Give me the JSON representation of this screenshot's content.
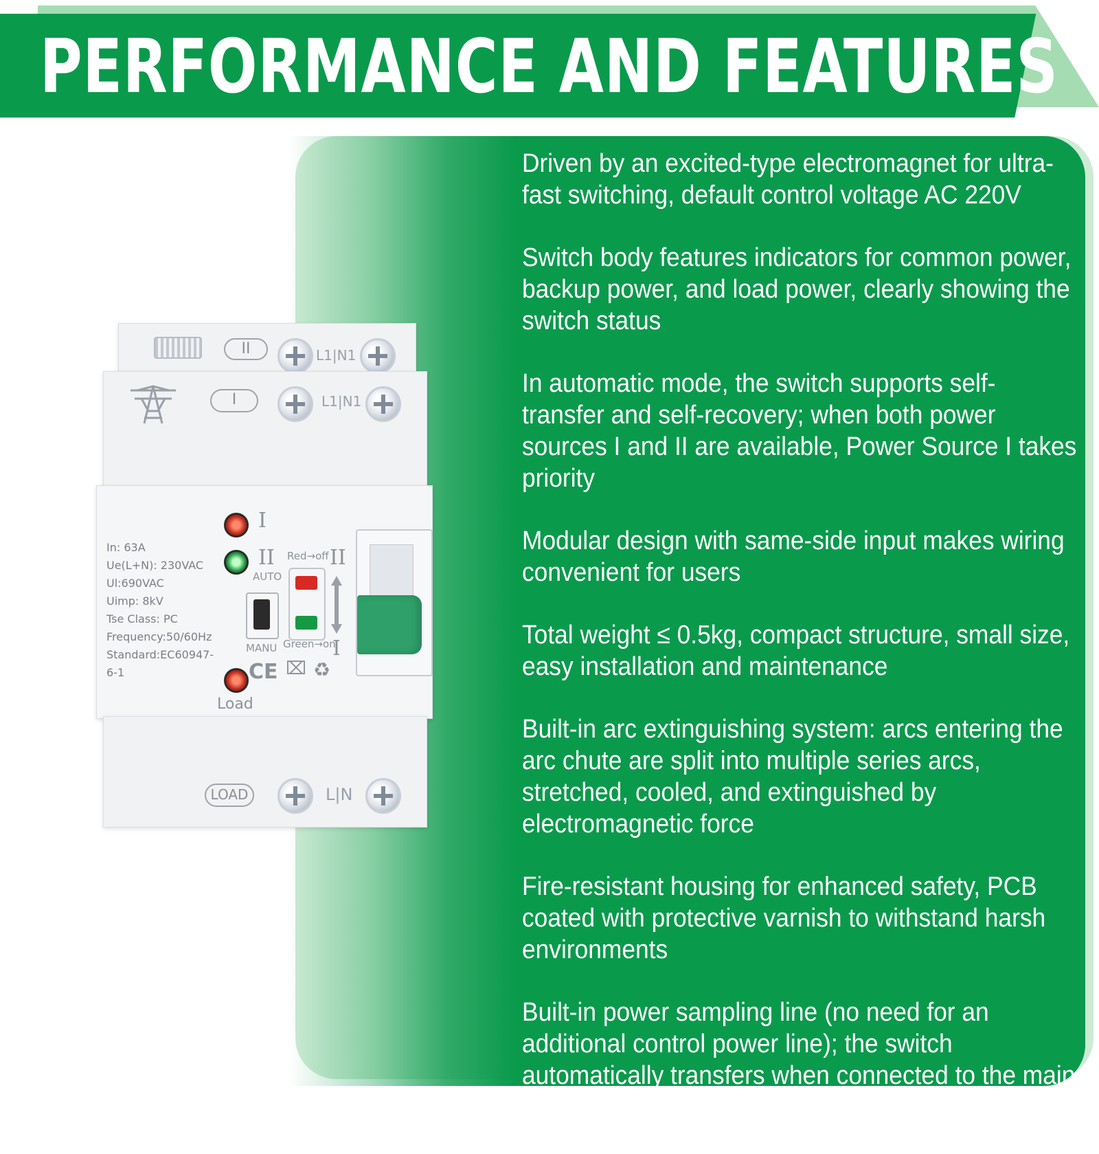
{
  "header": {
    "title": "PERFORMANCE AND FEATURES"
  },
  "features": [
    "Driven by an excited-type electromagnet for ultra-fast switching, default control voltage AC 220V",
    "Switch body features indicators for common power, backup power, and load power, clearly showing the switch status",
    "In automatic mode, the switch supports self-transfer and self-recovery; when both power sources I and II are available, Power Source I takes priority",
    "Modular design with same-side input makes wiring convenient for users",
    "Total weight ≤ 0.5kg, compact structure, small size, easy installation and maintenance",
    "Built-in arc extinguishing system: arcs entering the arc chute are split into multiple series arcs, stretched, cooled, and extinguished by electromagnetic force",
    "Fire-resistant housing for enhanced safety, PCB coated with protective varnish to withstand harsh environments",
    "Built-in power sampling line (no need for an additional control power line); the switch automatically transfers when connected to the main circuit"
  ],
  "device": {
    "source2_pill": "II",
    "source1_pill": "I",
    "load_pill": "LOAD",
    "terminal_top": "L1|N1",
    "terminal_mid": "L1|N1",
    "terminal_load": "L|N",
    "led_1_label": "I",
    "led_2_label": "II",
    "led_load_label": "Load",
    "auto_label": "AUTO",
    "manu_label": "MANU",
    "red_off_label": "Red→off",
    "green_on_label": "Green→on",
    "right_upper_roman": "II",
    "right_lower_roman": "I",
    "specs": [
      "In: 63A",
      "Ue(L+N): 230VAC",
      "Ul:690VAC",
      "Uimp: 8kV",
      "Tse Class: PC",
      "Frequency:50/60Hz",
      "Standard:EC60947-6-1"
    ],
    "marks": "CE"
  },
  "colors": {
    "brand_green": "#0a9a4c",
    "light_green": "#a5dcb2",
    "handle_green": "#2fa06a"
  }
}
